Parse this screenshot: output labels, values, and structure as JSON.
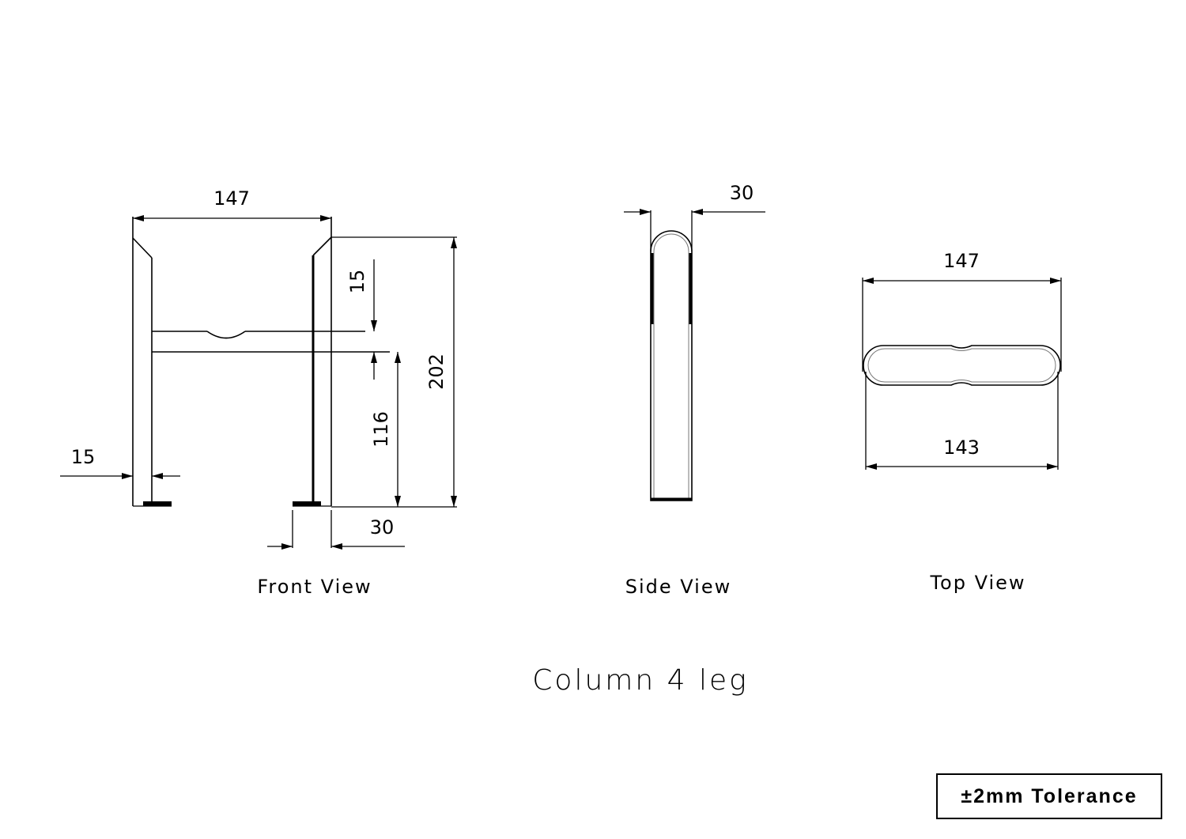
{
  "drawing": {
    "title": "Column 4 leg",
    "tolerance": "±2mm Tolerance",
    "line_color": "#000000",
    "background": "#ffffff"
  },
  "views": {
    "front": {
      "label": "Front View",
      "dimensions": {
        "overall_width": "147",
        "overall_height": "202",
        "crossbar_height": "15",
        "crossbar_from_base": "116",
        "leg_width": "15",
        "foot_width": "30"
      }
    },
    "side": {
      "label": "Side View",
      "dimensions": {
        "depth": "30"
      }
    },
    "top": {
      "label": "Top View",
      "dimensions": {
        "outer_length": "147",
        "inner_length": "143"
      }
    }
  }
}
